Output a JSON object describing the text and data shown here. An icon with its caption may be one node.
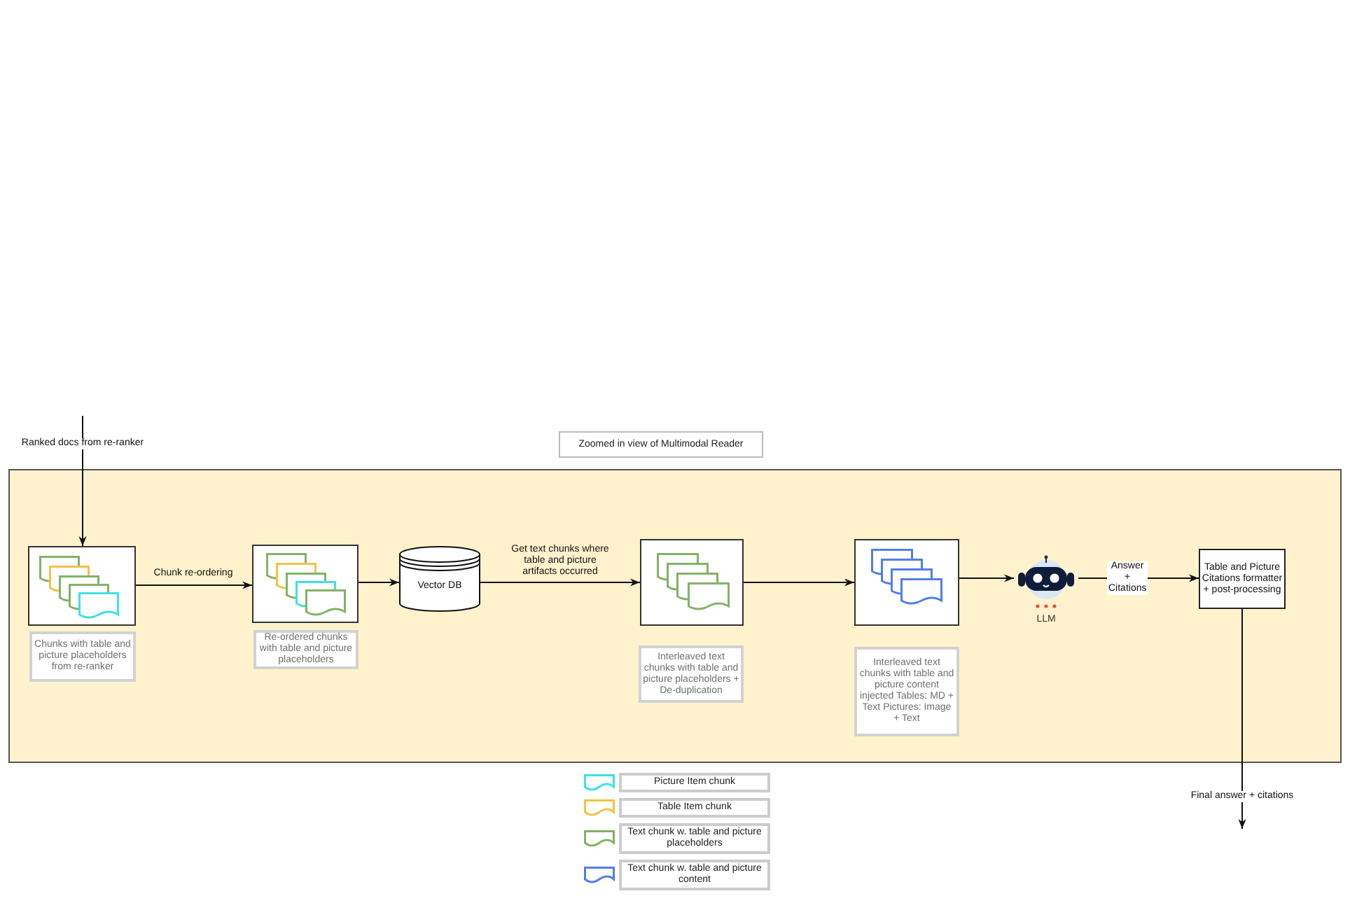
{
  "diagram": {
    "nodes": [
      {
        "text": [
          "Zoomed in view of Multimodal Reader"
        ]
      },
      {
        "text": [],
        "shape": "band"
      },
      {
        "text": [],
        "shape": "picture",
        "in": 1
      },
      {
        "text": [
          "Chunks with table and picture placeholders from re-ranker"
        ],
        "in": 1
      },
      {
        "text": [],
        "shape": "picture",
        "in": 1
      },
      {
        "text": [
          "Re-ordered chunks with table and picture placeholders"
        ],
        "in": 1
      },
      {
        "text": [
          "Vector DB"
        ],
        "in": 1
      },
      {
        "text": [],
        "shape": "picture",
        "in": 1
      },
      {
        "text": [
          "Interleaved text chunks with table and picture placeholders + De-duplication"
        ],
        "in": 1
      },
      {
        "text": [],
        "shape": "picture",
        "in": 1
      },
      {
        "text": [
          "Interleaved text chunks with table and picture content injected Tables: MD + Text Pictures: Image + Text"
        ],
        "in": 1
      },
      {
        "text": [
          "LLM"
        ],
        "in": 1
      },
      {
        "text": [
          "Table and Picture Citations formatter + post-processing"
        ],
        "in": 1
      }
    ],
    "edges": [
      {
        "from": null,
        "to": 2,
        "arrow": "to",
        "label": "Ranked docs from re-ranker"
      },
      {
        "from": 2,
        "to": 4,
        "arrow": "to",
        "label": "Chunk re-ordering"
      },
      {
        "from": 4,
        "to": 6,
        "arrow": "to"
      },
      {
        "from": 6,
        "to": 7,
        "arrow": "to",
        "label": "Get text chunks where table and picture artifacts occurred"
      },
      {
        "from": 7,
        "to": 9,
        "arrow": "to"
      },
      {
        "from": 9,
        "to": 11,
        "arrow": "to"
      },
      {
        "from": 11,
        "to": 12,
        "arrow": "to",
        "label": "Answer + Citations"
      },
      {
        "from": 12,
        "to": null,
        "arrow": "to",
        "label": "Final answer + citations"
      }
    ],
    "legend": [
      {
        "text": "Picture Item chunk"
      },
      {
        "text": "Table Item chunk"
      },
      {
        "text": "Text chunk w. table and picture placeholders"
      },
      {
        "text": "Text chunk w. table and picture content"
      }
    ]
  }
}
